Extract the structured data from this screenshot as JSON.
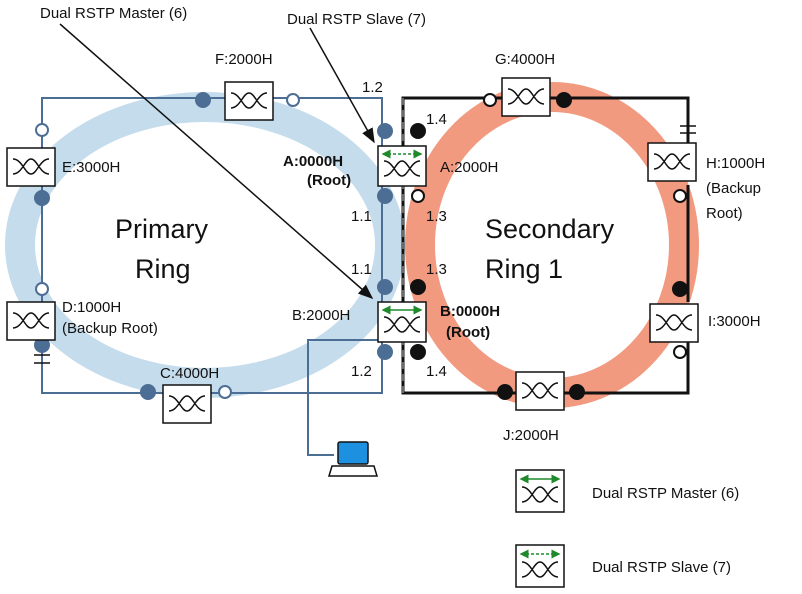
{
  "header": {
    "master_label": "Dual RSTP Master (6)",
    "slave_label": "Dual RSTP Slave (7)"
  },
  "rings": {
    "primary_line1": "Primary",
    "primary_line2": "Ring",
    "secondary_line1": "Secondary",
    "secondary_line2": "Ring 1"
  },
  "switches": {
    "f": "F:2000H",
    "e": "E:3000H",
    "d_line1": "D:1000H",
    "d_line2": "(Backup Root)",
    "c": "C:4000H",
    "g": "G:4000H",
    "h_line1": "H:1000H",
    "h_line2": "(Backup",
    "h_line3": "Root)",
    "i": "I:3000H",
    "j": "J:2000H",
    "a_primary_line1": "A:0000H",
    "a_primary_line2": "(Root)",
    "a_secondary": "A:2000H",
    "b_primary": "B:2000H",
    "b_secondary_line1": "B:0000H",
    "b_secondary_line2": "(Root)"
  },
  "ports": {
    "a_top_left": "1.2",
    "a_top_right": "1.4",
    "a_bottom_left": "1.1",
    "a_bottom_right": "1.3",
    "b_top_left": "1.1",
    "b_top_right": "1.3",
    "b_bottom_left": "1.2",
    "b_bottom_right": "1.4"
  },
  "legend": {
    "master": "Dual RSTP Master (6)",
    "slave": "Dual RSTP Slave (7)"
  },
  "colors": {
    "primary_ring": "#c5dcec",
    "secondary_ring": "#f29a80",
    "primary_link": "#4d6e94",
    "secondary_link": "#111111",
    "master_arrow": "#1f8a2a",
    "laptop_screen": "#1e90e0"
  }
}
